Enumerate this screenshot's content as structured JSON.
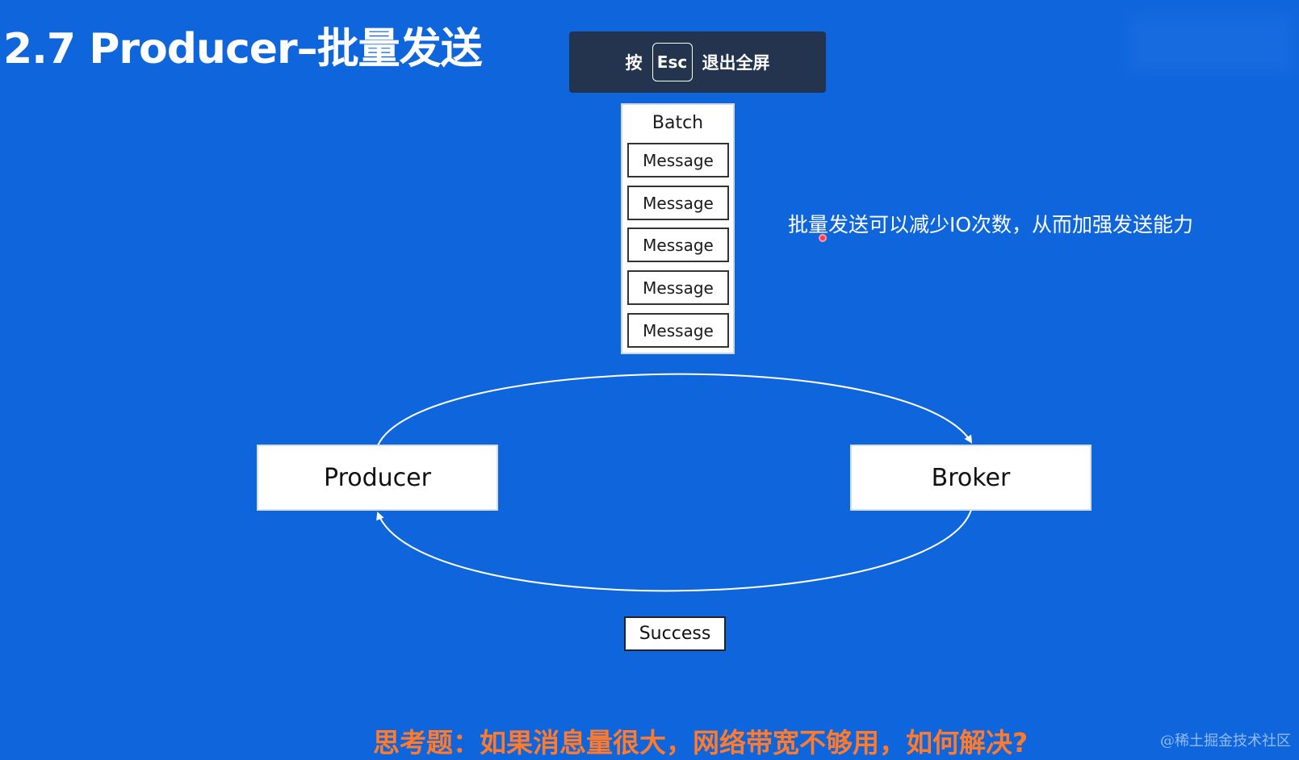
{
  "slide": {
    "title": "2.7 Producer–批量发送"
  },
  "fullscreen_hint": {
    "prefix": "按",
    "key": "Esc",
    "suffix": "退出全屏"
  },
  "batch": {
    "label": "Batch",
    "messages": [
      "Message",
      "Message",
      "Message",
      "Message",
      "Message"
    ]
  },
  "nodes": {
    "producer": "Producer",
    "broker": "Broker"
  },
  "success_label": "Success",
  "note": "批量发送可以减少IO次数，从而加强发送能力",
  "question": "思考题：如果消息量很大，网络带宽不够用，如何解决?",
  "watermark": "@稀土掘金技术社区",
  "colors": {
    "background": "#0f66dc",
    "question": "#ff7a2a",
    "hint_bg": "#24344f"
  }
}
